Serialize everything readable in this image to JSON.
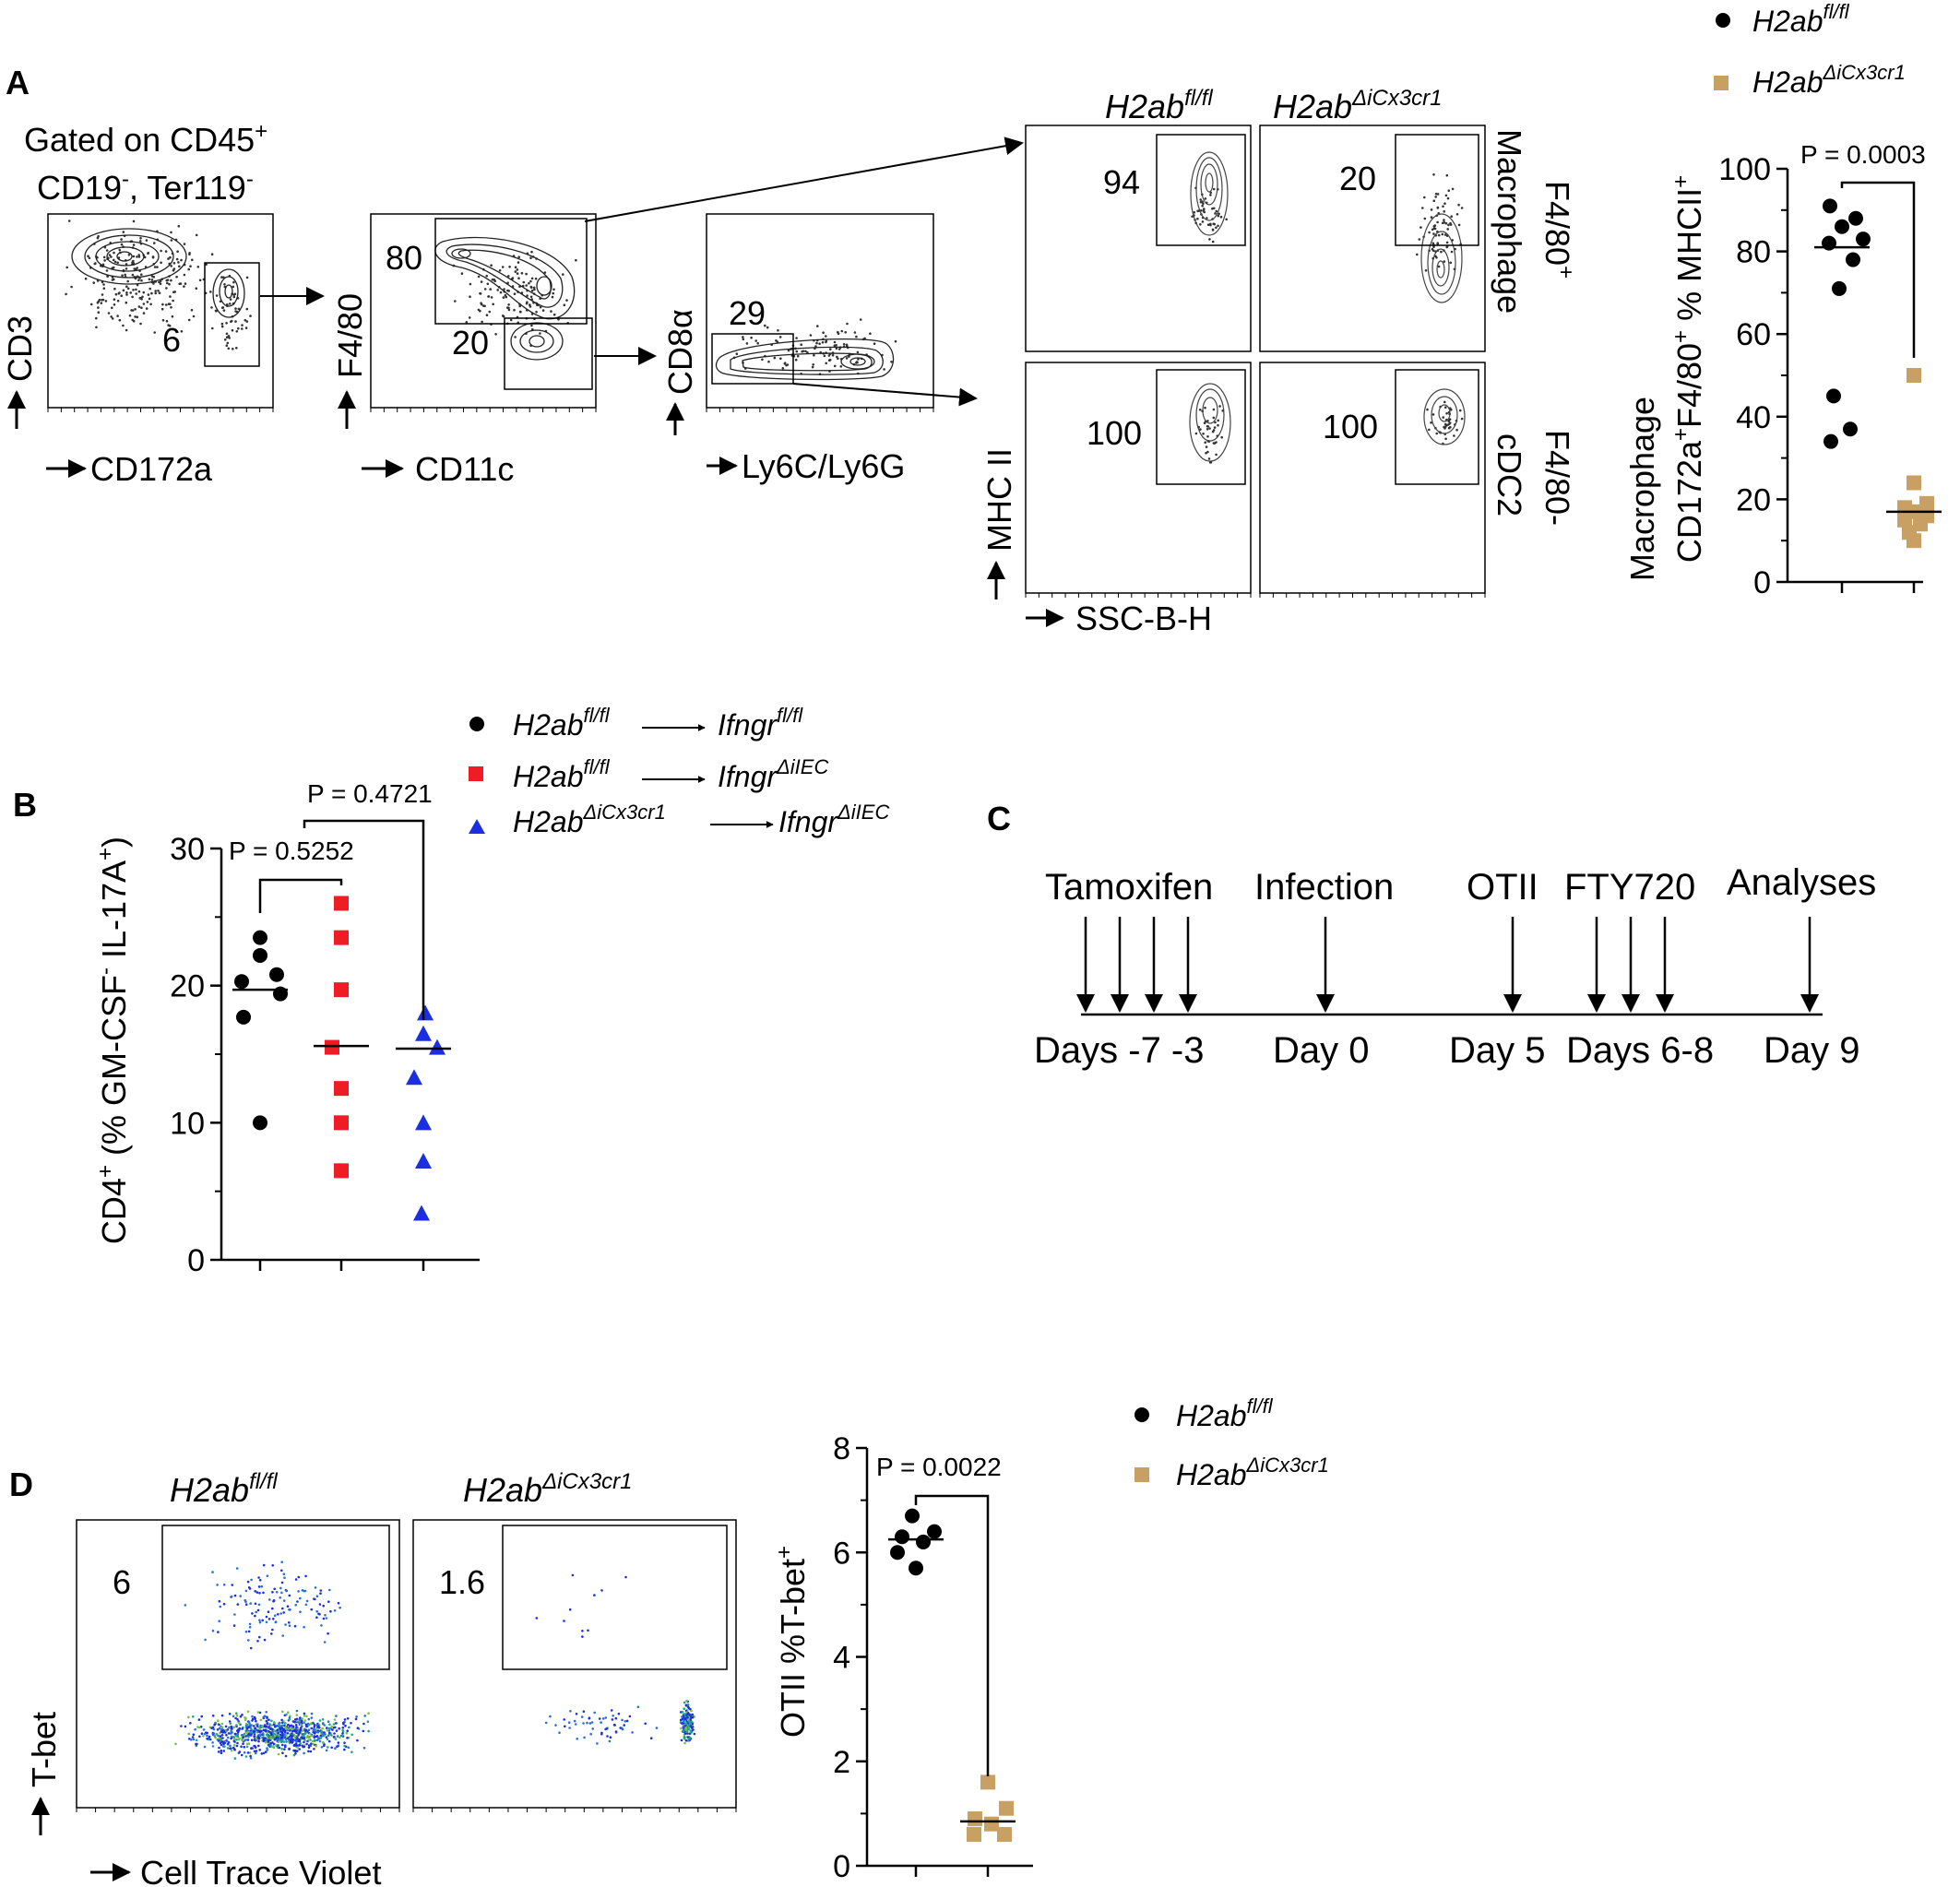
{
  "panels": {
    "a": "A",
    "b": "B",
    "c": "C",
    "d": "D"
  },
  "genotypes": {
    "fl_base": "H2ab",
    "fl_sup": "fl/fl",
    "ko_base": "H2ab",
    "ko_sup": "ΔiCx3cr1",
    "ifn_base": "Ifngr",
    "ifn_fl_sup": "fl/fl",
    "ifn_ko_sup": "ΔiIEC"
  },
  "colors": {
    "fl": "#000000",
    "ko_tan": "#c9a063",
    "red": "#ee1c24",
    "blue": "#1c2fe0"
  },
  "panelA": {
    "gating_line1": "Gated on CD45",
    "gating_line1_sup": "+",
    "gating_line2a": "CD19",
    "gating_line2a_sup": "-",
    "gating_line2b": ", Ter119",
    "gating_line2b_sup": "-",
    "plot1": {
      "x": "CD172a",
      "y": "CD3",
      "gate": "6"
    },
    "plot2": {
      "x": "CD11c",
      "y": "F4/80",
      "gate_hi": "80",
      "gate_lo": "20"
    },
    "plot3": {
      "x": "Ly6C/Ly6G",
      "y": "CD8α",
      "gate": "29"
    },
    "grid": {
      "x": "SSC-B-H",
      "y": "MHC II",
      "row1_label": "Macrophage",
      "row1_side": "F4/80",
      "row1_side_sup": "+",
      "row2_label": "cDC2",
      "row2_side": "F4/80-",
      "g11": "94",
      "g12": "20",
      "g21": "100",
      "g22": "100"
    },
    "scatter": {
      "ylabel_line1": "Macrophage",
      "ylabel_line2a": "CD172a",
      "ylabel_line2b": "F4/80",
      "ylabel_line2c": " % MHCII",
      "sup_plus": "+",
      "pvalue": "P = 0.0003",
      "ticks": [
        "0",
        "20",
        "40",
        "60",
        "80",
        "100"
      ]
    }
  },
  "panelB": {
    "ylabel_a": "CD4",
    "ylabel_b": " (% GM-CSF",
    "ylabel_c": " IL-17A",
    "ylabel_d": ")",
    "sup_plus": "+",
    "sup_minus": "-",
    "p1": "P = 0.5252",
    "p2": "P = 0.4721",
    "ticks": [
      "0",
      "10",
      "20",
      "30"
    ]
  },
  "panelC": {
    "events": [
      "Tamoxifen",
      "Infection",
      "OTII",
      "FTY720",
      "Analyses"
    ],
    "days": [
      "Days -7 -3",
      "Day 0",
      "Day 5",
      "Days 6-8",
      "Day 9"
    ]
  },
  "panelD": {
    "x": "Cell Trace Violet",
    "y": "T-bet",
    "gate_fl": "6",
    "gate_ko": "1.6",
    "scatter": {
      "ylabel_a": "OTII %T-bet",
      "ylabel_sup": "+",
      "pvalue": "P = 0.0022",
      "ticks": [
        "0",
        "2",
        "4",
        "6",
        "8"
      ]
    }
  },
  "chart_data": [
    {
      "type": "scatter",
      "title": "",
      "ylabel": "Macrophage CD172a+F4/80+ % MHCII+",
      "ylim": [
        0,
        100
      ],
      "categories": [
        "H2ab fl/fl",
        "H2ab ΔiCx3cr1"
      ],
      "series": [
        {
          "name": "H2ab fl/fl",
          "values": [
            91,
            88,
            86,
            83,
            82,
            78,
            71,
            45,
            37,
            34
          ],
          "median": 81
        },
        {
          "name": "H2ab ΔiCx3cr1",
          "values": [
            50,
            24,
            19,
            18,
            17,
            16,
            15,
            14,
            12,
            10
          ],
          "median": 17
        }
      ],
      "pvalue": "P = 0.0003"
    },
    {
      "type": "scatter",
      "title": "",
      "ylabel": "CD4+ (% GM-CSF- IL-17A+)",
      "ylim": [
        0,
        30
      ],
      "categories": [
        "H2ab fl/fl → Ifngr fl/fl",
        "H2ab fl/fl → Ifngr ΔiIEC",
        "H2ab ΔiCx3cr1 → Ifngr ΔiIEC"
      ],
      "series": [
        {
          "name": "H2ab fl/fl → Ifngr fl/fl",
          "values": [
            23.5,
            22.2,
            20.8,
            20.3,
            19.4,
            17.7,
            10.0
          ],
          "median": 19.7
        },
        {
          "name": "H2ab fl/fl → Ifngr ΔiIEC",
          "values": [
            26.0,
            23.5,
            19.7,
            15.5,
            12.5,
            10.0,
            6.5
          ],
          "median": 15.6
        },
        {
          "name": "H2ab ΔiCx3cr1 → Ifngr ΔiIEC",
          "values": [
            18.0,
            16.5,
            15.5,
            13.3,
            10.0,
            7.2,
            3.4
          ],
          "median": 15.4
        }
      ],
      "pvalues": [
        "P = 0.5252",
        "P = 0.4721"
      ]
    },
    {
      "type": "scatter",
      "title": "",
      "ylabel": "OTII %T-bet+",
      "ylim": [
        0,
        8
      ],
      "categories": [
        "H2ab fl/fl",
        "H2ab ΔiCx3cr1"
      ],
      "series": [
        {
          "name": "H2ab fl/fl",
          "values": [
            6.7,
            6.4,
            6.3,
            6.2,
            6.0,
            5.7
          ],
          "median": 6.25
        },
        {
          "name": "H2ab ΔiCx3cr1",
          "values": [
            1.6,
            1.1,
            0.9,
            0.8,
            0.6,
            0.6
          ],
          "median": 0.85
        }
      ],
      "pvalue": "P = 0.0022"
    }
  ]
}
